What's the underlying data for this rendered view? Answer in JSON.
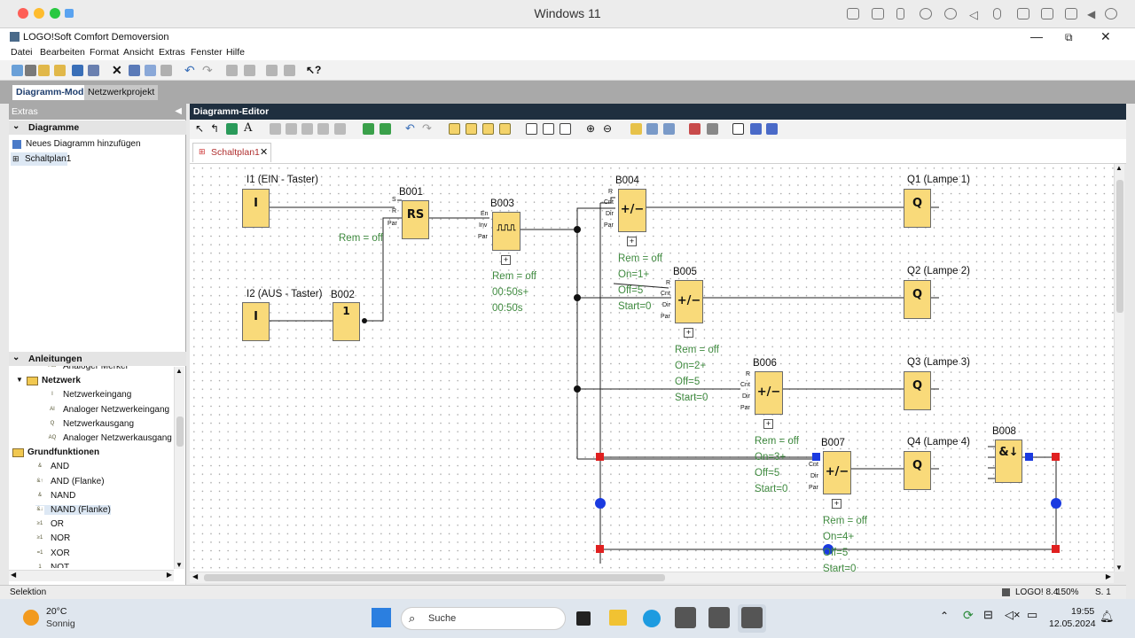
{
  "mac": {
    "title": "Windows 11"
  },
  "app": {
    "title": "LOGO!Soft Comfort Demoversion",
    "minimize": "—",
    "maximize": "⧉",
    "close": "✕"
  },
  "menu": [
    "Datei",
    "Bearbeiten",
    "Format",
    "Ansicht",
    "Extras",
    "Fenster",
    "Hilfe"
  ],
  "modes": {
    "diagram": "Diagramm-Modus",
    "network": "Netzwerkprojekt"
  },
  "left": {
    "extras_title": "Extras",
    "diagrams_header": "Diagramme",
    "add_diagram": "Neues Diagramm hinzufügen",
    "plan": "Schaltplan1",
    "instructions_header": "Anleitungen",
    "tree": [
      {
        "label": "Analoger Merker",
        "icon": "AM"
      },
      {
        "label": "Netzwerk",
        "icon": "folder"
      },
      {
        "label": "Netzwerkeingang",
        "icon": "I"
      },
      {
        "label": "Analoger Netzwerkeingang",
        "icon": "AI"
      },
      {
        "label": "Netzwerkausgang",
        "icon": "Q"
      },
      {
        "label": "Analoger Netzwerkausgang",
        "icon": "AQ"
      },
      {
        "label": "Grundfunktionen",
        "icon": "folder"
      },
      {
        "label": "AND",
        "icon": "&"
      },
      {
        "label": "AND (Flanke)",
        "icon": "&↑"
      },
      {
        "label": "NAND",
        "icon": "&"
      },
      {
        "label": "NAND (Flanke)",
        "icon": "&↓"
      },
      {
        "label": "OR",
        "icon": "≥1"
      },
      {
        "label": "NOR",
        "icon": "≥1"
      },
      {
        "label": "XOR",
        "icon": "=1"
      },
      {
        "label": "NOT",
        "icon": "1"
      }
    ]
  },
  "editor": {
    "title": "Diagramm-Editor",
    "tab": "Schaltplan1"
  },
  "diagram": {
    "labels": {
      "I1": "I1  (EIN - Taster)",
      "I2": "I2  (AUS - Taster)",
      "B001": "B001",
      "B002": "B002",
      "B003": "B003",
      "B004": "B004",
      "B005": "B005",
      "B006": "B006",
      "B007": "B007",
      "B008": "B008",
      "Q1": "Q1  (Lampe 1)",
      "Q2": "Q2  (Lampe 2)",
      "Q3": "Q3  (Lampe 3)",
      "Q4": "Q4  (Lampe 4)"
    },
    "symbols": {
      "input": "I",
      "rs": "RS",
      "not": "1",
      "output": "Q",
      "counter": "+/−",
      "and": "&↓",
      "pulse": "⎍⎍⎍"
    },
    "params": {
      "b001": "Rem = off",
      "b003": [
        "Rem = off",
        "00:50s+",
        "00:50s"
      ],
      "b004": [
        "Rem = off",
        "On=1+",
        "Off=5",
        "Start=0"
      ],
      "b005": [
        "Rem = off",
        "On=2+",
        "Off=5",
        "Start=0"
      ],
      "b006": [
        "Rem = off",
        "On=3+",
        "Off=5",
        "Start=0"
      ],
      "b007": [
        "Rem = off",
        "On=4+",
        "Off=5",
        "Start=0"
      ]
    },
    "pins": {
      "s": "S",
      "r": "R",
      "par": "Par",
      "en": "En",
      "inv": "Inv",
      "cnt": "Cnt",
      "dir": "Dir"
    }
  },
  "status": {
    "text": "Selektion",
    "version": "LOGO! 8.4",
    "zoom": "150%",
    "page": "S. 1"
  },
  "taskbar": {
    "weather_temp": "20°C",
    "weather_text": "Sonnig",
    "search": "Suche",
    "time": "19:55",
    "date": "12.05.2024"
  }
}
